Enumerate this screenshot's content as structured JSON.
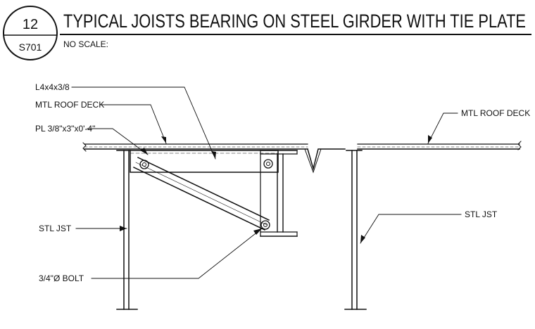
{
  "title_block": {
    "detail_number": "12",
    "sheet_number": "S701",
    "title": "TYPICAL JOISTS BEARING ON STEEL GIRDER WITH TIE PLATE",
    "scale_note": "NO SCALE:"
  },
  "callouts": {
    "angle": "L4x4x3/8",
    "deck_left": "MTL ROOF DECK",
    "plate": "PL 3/8\"x3\"x0'-4\"",
    "deck_right": "MTL ROOF DECK",
    "joist_left": "STL JST",
    "joist_right": "STL JST",
    "bolt": "3/4\"Ø BOLT"
  }
}
